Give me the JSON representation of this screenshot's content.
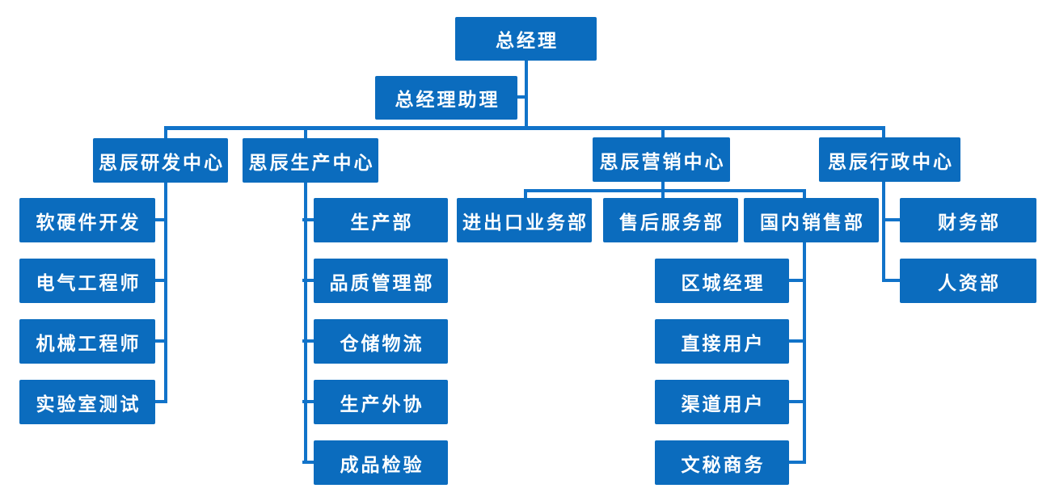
{
  "diagram": {
    "type": "org-chart",
    "background_color": "#ffffff",
    "box_color": "#0b6cbe",
    "line_color": "#1173c9",
    "text_color": "#ffffff",
    "nodes": {
      "general_manager": "总经理",
      "gm_assistant": "总经理助理",
      "rd_center": "思辰研发中心",
      "production_center": "思辰生产中心",
      "marketing_center": "思辰营销中心",
      "admin_center": "思辰行政中心",
      "software_hardware_dev": "软硬件开发",
      "electrical_engineer": "电气工程师",
      "mechanical_engineer": "机械工程师",
      "lab_testing": "实验室测试",
      "production_dept": "生产部",
      "quality_mgmt_dept": "品质管理部",
      "warehouse_logistics": "仓储物流",
      "production_outsourcing": "生产外协",
      "finished_product_inspection": "成品检验",
      "import_export_dept": "进出口业务部",
      "after_sales_dept": "售后服务部",
      "domestic_sales_dept": "国内销售部",
      "regional_manager": "区城经理",
      "direct_users": "直接用户",
      "channel_users": "渠道用户",
      "secretary_business": "文秘商务",
      "finance_dept": "财务部",
      "hr_dept": "人资部"
    },
    "hierarchy": {
      "general_manager": [
        "gm_assistant",
        "rd_center",
        "production_center",
        "marketing_center",
        "admin_center"
      ],
      "rd_center": [
        "software_hardware_dev",
        "electrical_engineer",
        "mechanical_engineer",
        "lab_testing"
      ],
      "production_center": [
        "production_dept",
        "quality_mgmt_dept",
        "warehouse_logistics",
        "production_outsourcing",
        "finished_product_inspection"
      ],
      "marketing_center": [
        "import_export_dept",
        "after_sales_dept",
        "domestic_sales_dept"
      ],
      "domestic_sales_dept": [
        "regional_manager",
        "direct_users",
        "channel_users",
        "secretary_business"
      ],
      "admin_center": [
        "finance_dept",
        "hr_dept"
      ]
    }
  }
}
